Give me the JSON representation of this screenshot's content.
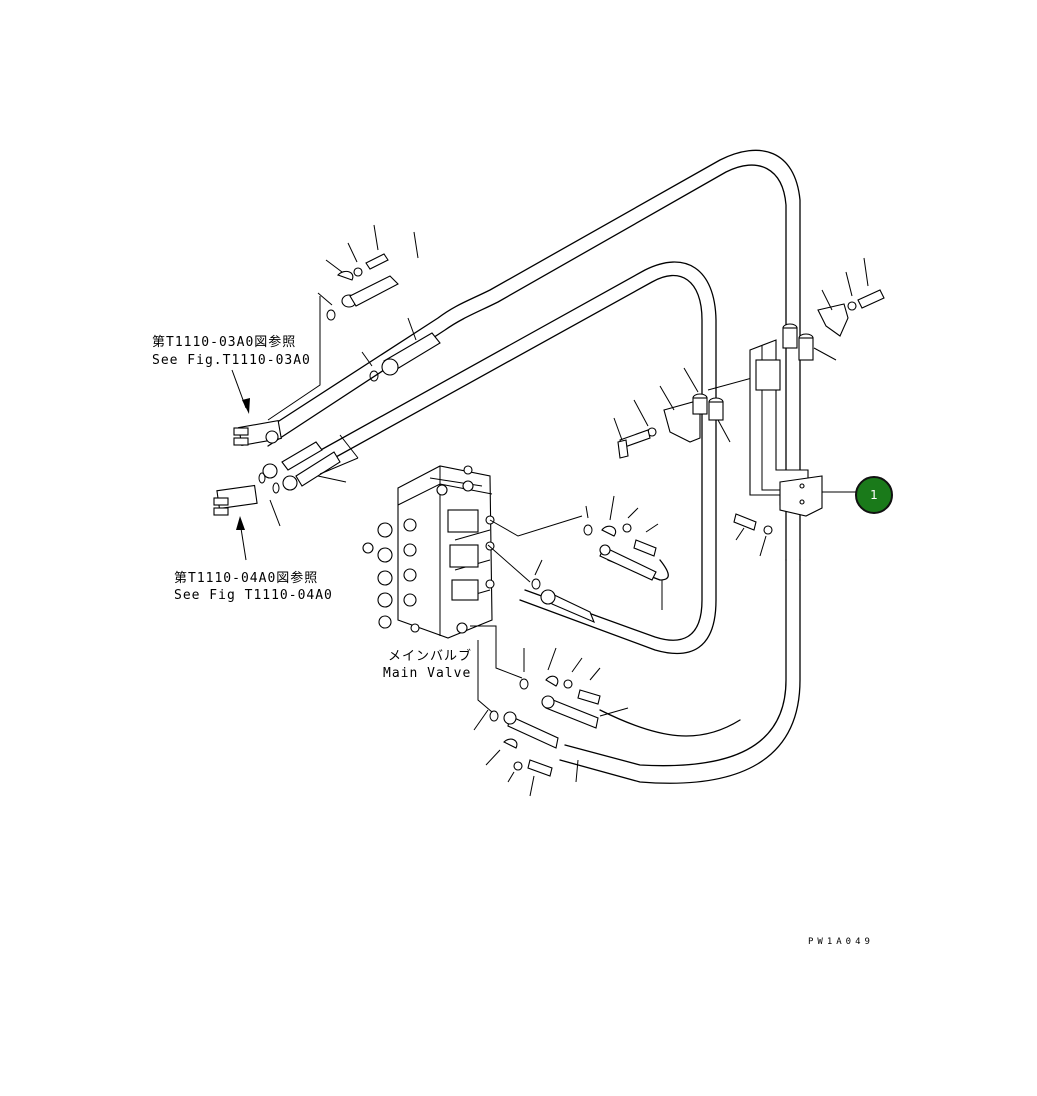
{
  "labels": {
    "ref_upper_jp": "第T1110-03A0図参照",
    "ref_upper_en": "See Fig.T1110-03A0",
    "ref_lower_jp": "第T1110-04A0図参照",
    "ref_lower_en": "See Fig T1110-04A0",
    "valve_jp": "メインバルブ",
    "valve_en": "Main Valve",
    "drawing_code": "PW1A049"
  },
  "callouts": [
    {
      "number": "1",
      "color": "#1a7a1a"
    }
  ]
}
